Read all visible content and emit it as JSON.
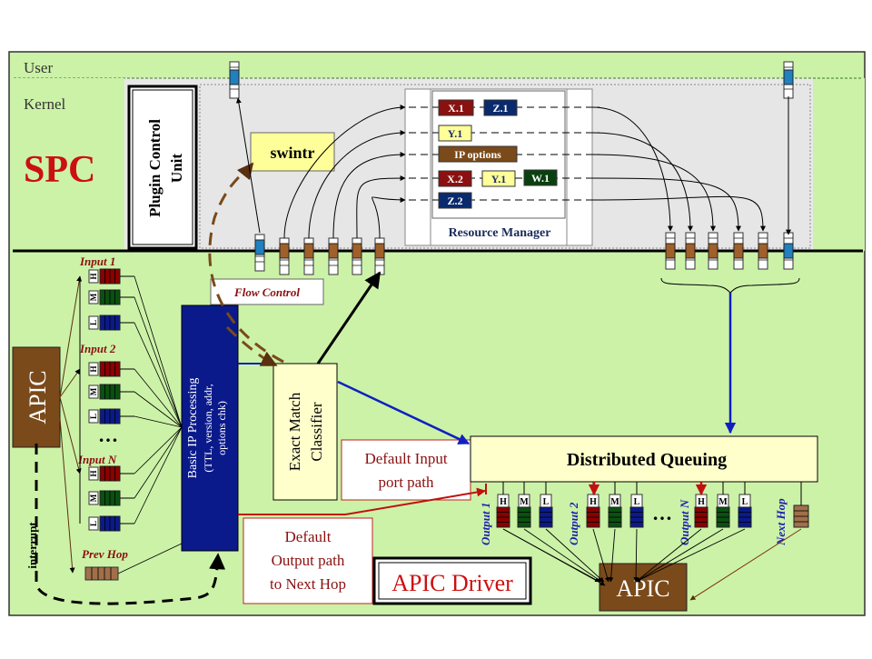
{
  "zones": {
    "user": "User",
    "kernel": "Kernel",
    "spc": "SPC"
  },
  "plugin_control_unit": [
    "Plugin Control",
    "Unit"
  ],
  "swintr": "swintr",
  "flow_control": "Flow Control",
  "resource_manager": {
    "label": "Resource Manager",
    "tags": [
      {
        "text": "X.1",
        "color": "#8b1010"
      },
      {
        "text": "Z.1",
        "color": "#0a2a6e"
      },
      {
        "text": "Y.1",
        "color": "#ffff99"
      },
      {
        "text": "IP options",
        "color": "#7a4a1a"
      },
      {
        "text": "X.2",
        "color": "#8b1010"
      },
      {
        "text": "Y.1",
        "color": "#ffff99"
      },
      {
        "text": "W.1",
        "color": "#0a4010"
      },
      {
        "text": "Z.2",
        "color": "#0a2a6e"
      }
    ]
  },
  "apic_left": "APIC",
  "apic_right": "APIC",
  "apic_driver": "APIC Driver",
  "interrupt": "interrupt",
  "inputs": {
    "input1": "Input 1",
    "input2": "Input 2",
    "inputN": "Input N",
    "prev_hop": "Prev Hop",
    "ellipsis": "…"
  },
  "queue_letters": {
    "high": "H",
    "medium": "M",
    "low": "L"
  },
  "basic_ip": [
    "Basic IP Processing",
    "(TTL, version, addr,",
    "options chk)"
  ],
  "classifier": [
    "Exact Match",
    "Classifier"
  ],
  "default_input": [
    "Default Input",
    "port path"
  ],
  "distributed_queuing": "Distributed Queuing",
  "default_output": [
    "Default",
    "Output path",
    "to Next Hop"
  ],
  "outputs": {
    "output1": "Output 1",
    "output2": "Output 2",
    "outputN": "Output N",
    "next_hop": "Next Hop",
    "ellipsis": "…"
  },
  "colors": {
    "high": "#8b0000",
    "medium": "#0a5010",
    "low": "#0a1a8b",
    "prev": "#a0704a",
    "user_bg": "#ccf2a8",
    "kernel_bg": "#e8e8e8",
    "spc_red": "#cc1010",
    "dq_bg": "#ffffcc"
  }
}
